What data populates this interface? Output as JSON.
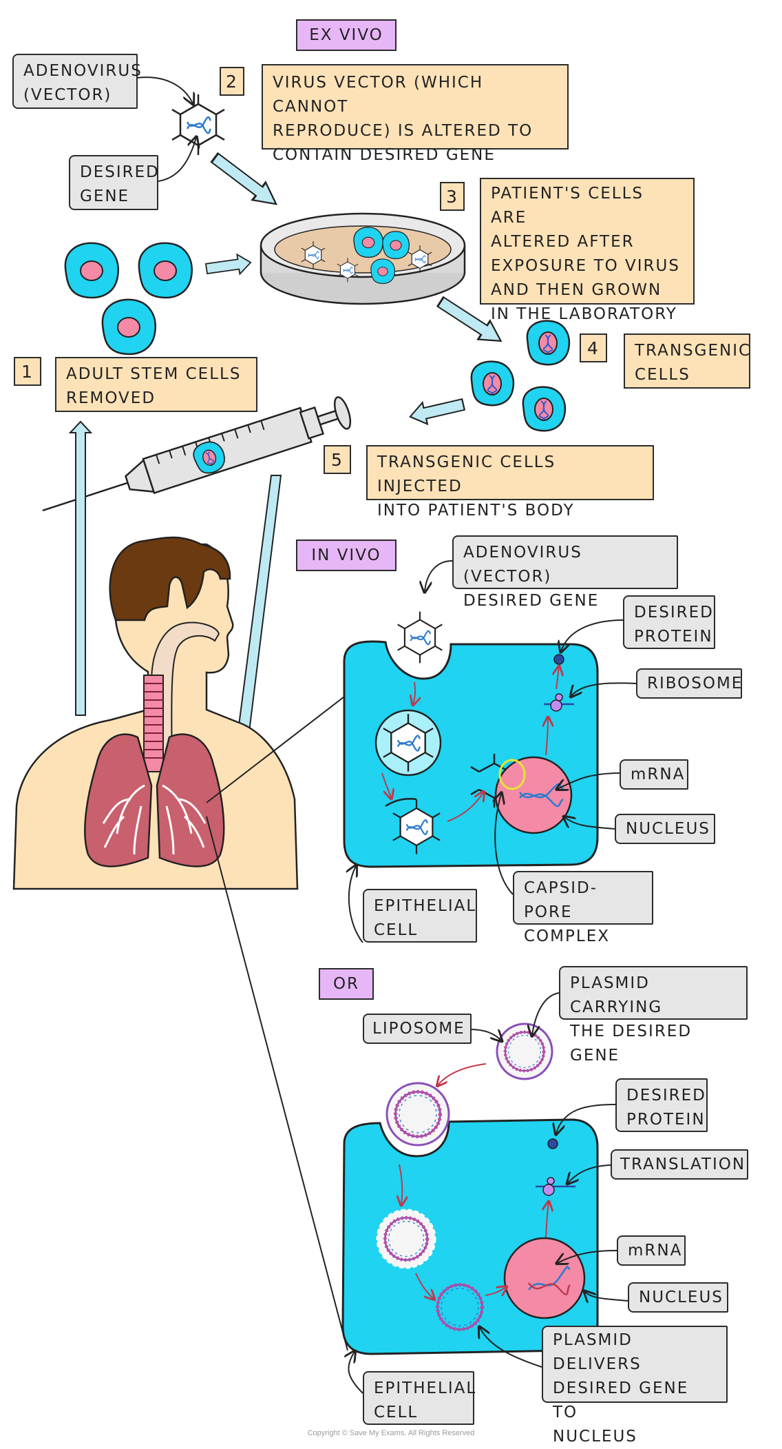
{
  "headings": {
    "ex_vivo": "EX VIVO",
    "in_vivo": "IN VIVO",
    "or": "OR"
  },
  "steps": [
    {
      "number": "1",
      "text": "ADULT STEM CELLS\nREMOVED"
    },
    {
      "number": "2",
      "text": "VIRUS VECTOR (WHICH CANNOT\nREPRODUCE) IS ALTERED TO\nCONTAIN DESIRED GENE"
    },
    {
      "number": "3",
      "text": "PATIENT'S CELLS ARE\nALTERED AFTER\nEXPOSURE TO VIRUS\nAND THEN GROWN\nIN THE LABORATORY"
    },
    {
      "number": "4",
      "text": "TRANSGENIC\nCELLS"
    },
    {
      "number": "5",
      "text": "TRANSGENIC CELLS INJECTED\nINTO PATIENT'S BODY"
    }
  ],
  "ex_vivo_labels": {
    "adenovirus": "ADENOVIRUS\n(VECTOR)",
    "desired_gene": "DESIRED\nGENE"
  },
  "in_vivo_labels": {
    "adenovirus_gene": "ADENOVIRUS (VECTOR)\nDESIRED GENE",
    "desired_protein": "DESIRED\nPROTEIN",
    "ribosome": "RIBOSOME",
    "mrna": "mRNA",
    "nucleus": "NUCLEUS",
    "capsid_pore": "CAPSID-PORE\nCOMPLEX",
    "epithelial_cell": "EPITHELIAL\nCELL"
  },
  "plasmid_labels": {
    "plasmid": "PLASMID CARRYING\nTHE DESIRED GENE",
    "liposome": "LIPOSOME",
    "desired_protein": "DESIRED\nPROTEIN",
    "translation": "TRANSLATION",
    "mrna": "mRNA",
    "nucleus": "NUCLEUS",
    "plasmid_delivers": "PLASMID DELIVERS\nDESIRED GENE TO\nNUCLEUS",
    "epithelial_cell": "EPITHELIAL\nCELL"
  },
  "copyright": "Copyright © Save My Exams. All Rights Reserved",
  "colors": {
    "cell_cyan": "#1fd3f1",
    "nucleus_pink": "#f48aa6",
    "skin": "#fde2b8",
    "hair": "#6b3a10",
    "lung": "#c9606e",
    "arrow_fill": "#bfeaf4",
    "red_arrow": "#c0394b",
    "label_tan": "#fde2b8",
    "label_grey": "#e6e6e6",
    "heading_purple": "#e7b6f6"
  }
}
